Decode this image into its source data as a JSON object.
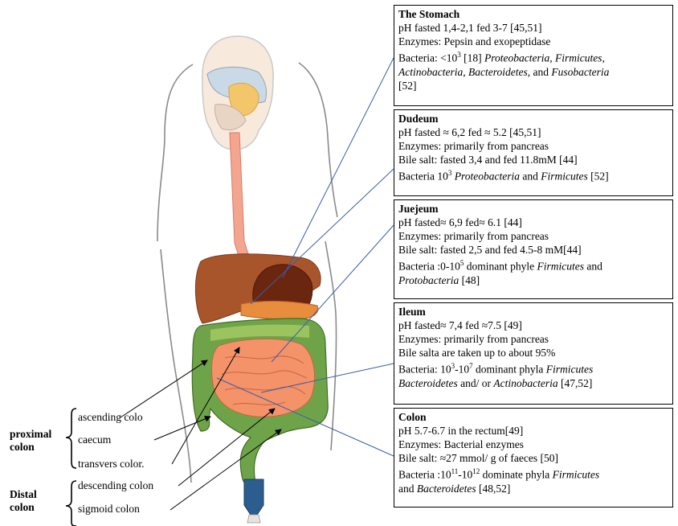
{
  "regions": {
    "stomach": {
      "title": "The Stomach",
      "ph": "pH fasted 1,4-2,1 fed 3-7 [45,51]",
      "enzymes": "Enzymes: Pepsin and exopeptidase",
      "bacteria_pre": "Bacteria: <10",
      "bacteria_exp": "3",
      "bacteria_ref": " [18] ",
      "bacteria_it1": "Proteobacteria, Firmicutes,",
      "bacteria_it2": "Actinobacteria, Bacteroidetes,",
      "bacteria_and": " and ",
      "bacteria_it3": "Fusobacteria",
      "bacteria_ref2": "[52]"
    },
    "duodenum": {
      "title": "Dudeum",
      "ph": "pH fasted ≈ 6,2   fed ≈ 5.2 [45,51]",
      "enzymes": "Enzymes: primarily from pancreas",
      "bile": "Bile salt: fasted 3,4  and  fed 11.8mM [44]",
      "bacteria_pre": "Bacteria 10",
      "bacteria_exp": "3",
      "bacteria_it1": "Proteobacteria",
      "bacteria_and": " and ",
      "bacteria_it2": "Firmicutes",
      "bacteria_ref": " [52]"
    },
    "jejunum": {
      "title": "Juejeum",
      "ph": "pH fasted≈ 6,9   fed≈ 6.1 [44]",
      "enzymes": "Enzymes: primarily from pancreas",
      "bile": "Bile salt: fasted 2,5 and fed 4.5-8 mM[44]",
      "bacteria_pre": "Bacteria :0-10",
      "bacteria_exp": "5",
      "bacteria_mid": " dominant phyle ",
      "bacteria_it1": "Firmicutes",
      "bacteria_and": " and",
      "bacteria_it2": "Protobacteria",
      "bacteria_ref": " [48]"
    },
    "ileum": {
      "title": "Ileum",
      "ph": "pH fasted≈ 7,4   fed ≈7.5 [49]",
      "enzymes": "Enzymes:  primarily from pancreas",
      "bile": "Bile salta  are taken up to about 95%",
      "bacteria_pre": "Bacteria: 10",
      "bacteria_exp1": "3",
      "bacteria_dash": "-10",
      "bacteria_exp2": "7",
      "bacteria_mid": " dominant phyla ",
      "bacteria_it1": "Firmicutes",
      "bacteria_it2": "Bacteroidetes",
      "bacteria_andor": " and/ or ",
      "bacteria_it3": "Actinobacteria",
      "bacteria_ref": " [47,52]"
    },
    "colon": {
      "title": "Colon",
      "ph": "pH 5.7-6.7 in the rectum[49]",
      "enzymes": "Enzymes: Bacterial enzymes",
      "bile": "Bile salt: ≈27 mmol/ g of faeces [50]",
      "bacteria_pre": "Bacteria :10",
      "bacteria_exp1": "11",
      "bacteria_dash": "-10",
      "bacteria_exp2": "12",
      "bacteria_mid": " dominate phyla ",
      "bacteria_it1": "Firmicutes",
      "bacteria_and": "and ",
      "bacteria_it2": "Bacteroidetes",
      "bacteria_ref": " [48,52]"
    }
  },
  "colon_parts": {
    "ascending": "ascending colo",
    "caecum": "caecum",
    "transverse": "transvers color.",
    "descending": "descending colon",
    "sigmoid": "sigmoid colon"
  },
  "groups": {
    "proximal_1": "proximal",
    "proximal_2": "colon",
    "distal_1": "Distal",
    "distal_2": "colon"
  }
}
